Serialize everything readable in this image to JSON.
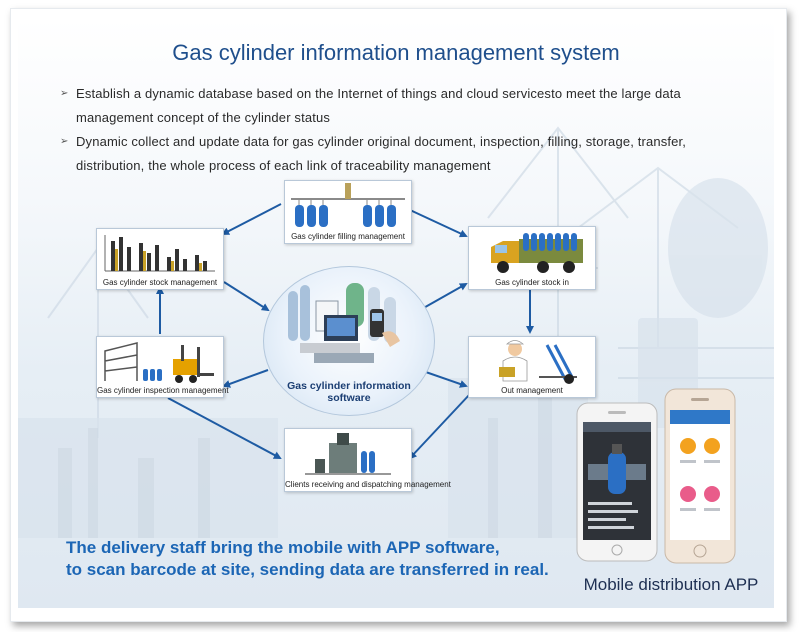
{
  "title": "Gas cylinder information management system",
  "bullets": [
    {
      "line1": "Establish a dynamic database based on the Internet of things and cloud servicesto meet the large data",
      "line2": "management concept of the cylinder status"
    },
    {
      "line1": "Dynamic collect and update data for gas cylinder original document, inspection, filling, storage, transfer,",
      "line2": "distribution, the whole process of each link of traceability management"
    }
  ],
  "nodes": {
    "filling": "Gas cylinder filling management",
    "stock": "Gas cylinder stock management",
    "stock_in": "Gas cylinder stock in",
    "inspection": "Gas cylinder inspection management",
    "out": "Out management",
    "clients": "Clients receiving and dispatching management"
  },
  "hub": {
    "line1": "Gas cylinder information",
    "line2": "software"
  },
  "caption": {
    "line1": "The delivery staff bring the mobile with APP software,",
    "line2": "to scan barcode at site, sending data are transferred in real."
  },
  "app_label": "Mobile distribution APP",
  "colors": {
    "title": "#1f4f8c",
    "caption": "#1c66b5",
    "arrow": "#1e5ba3",
    "cylinder": "#2b6fc4"
  }
}
